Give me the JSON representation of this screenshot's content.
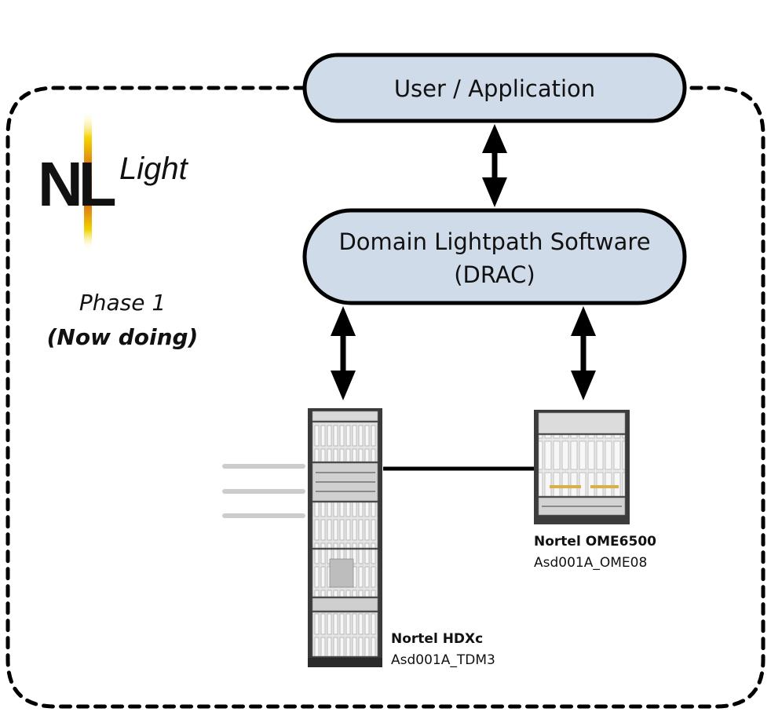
{
  "nodes": {
    "user_app": "User / Application",
    "drac_line1": "Domain Lightpath Software",
    "drac_line2": "(DRAC)"
  },
  "logo": {
    "letters": "NL",
    "word": "Light"
  },
  "phase": {
    "title": "Phase 1",
    "status": "(Now doing)"
  },
  "devices": {
    "hdxc": {
      "name": "Nortel HDXc",
      "id": "Asd001A_TDM3"
    },
    "ome": {
      "name": "Nortel OME6500",
      "id": "Asd001A_OME08"
    }
  },
  "colors": {
    "node_fill": "#cfdbe9",
    "node_stroke": "#000000",
    "dashed_border": "#000000",
    "client_lines": "#cccccc"
  }
}
